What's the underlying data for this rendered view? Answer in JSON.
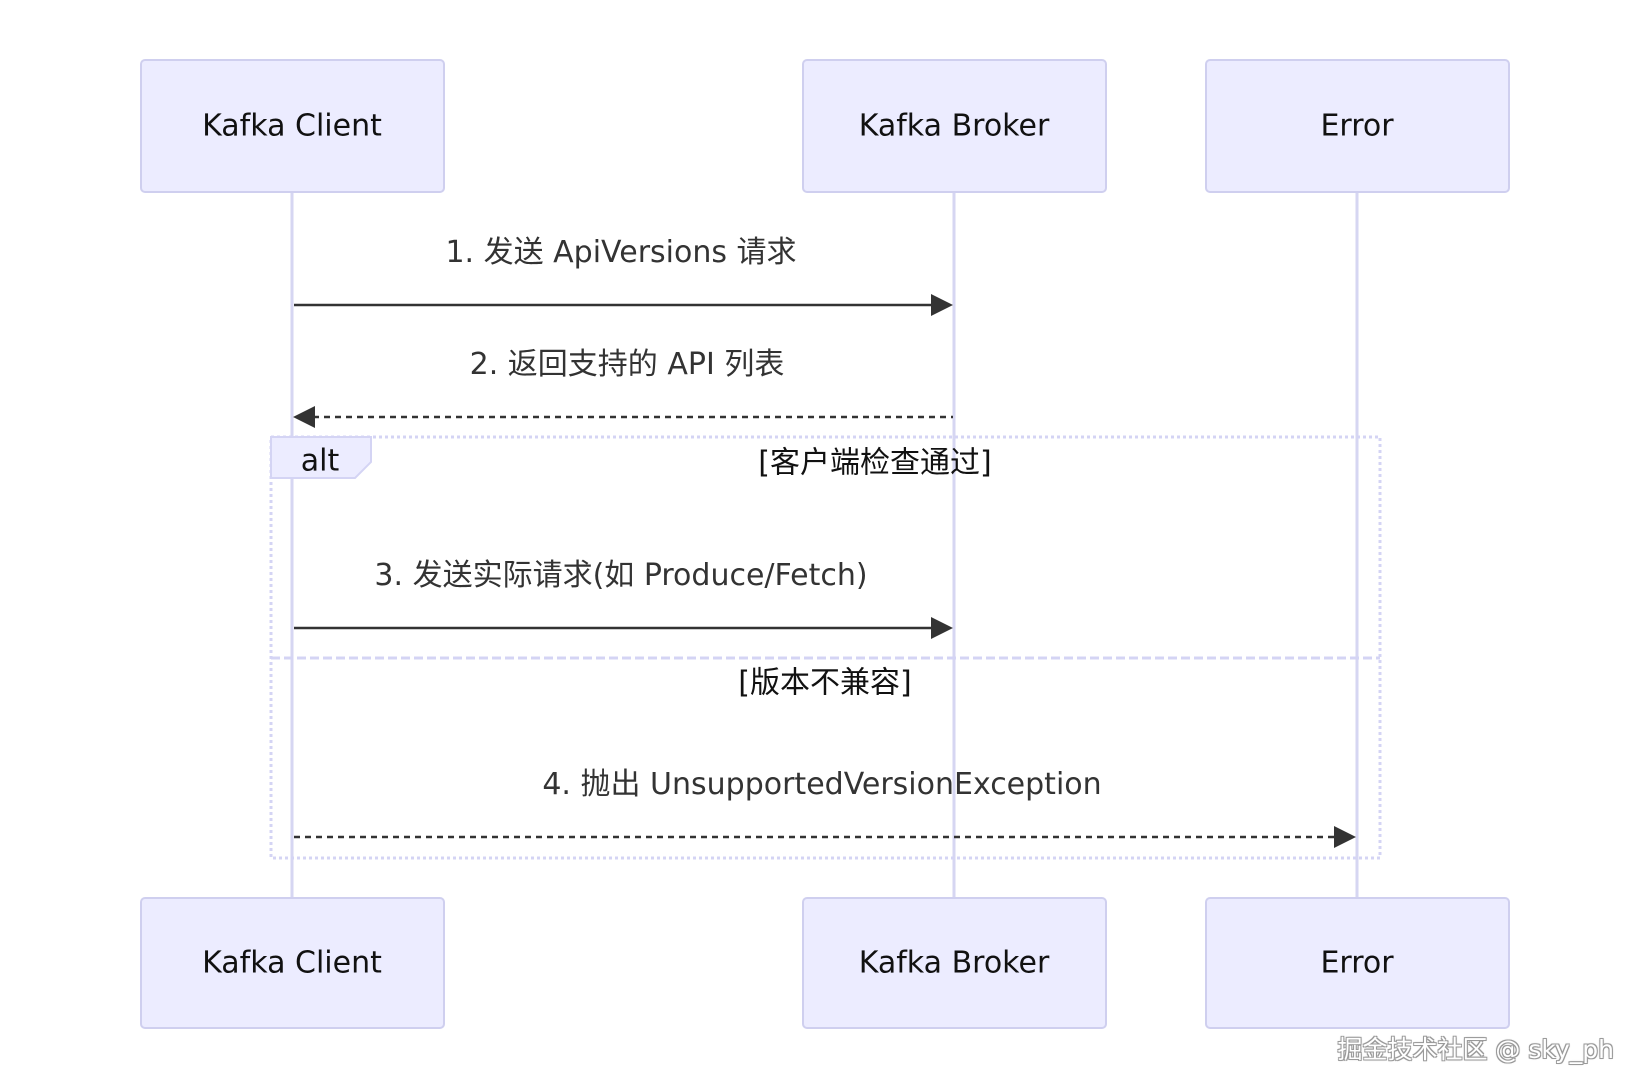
{
  "actors": [
    {
      "id": "client",
      "label": "Kafka Client"
    },
    {
      "id": "broker",
      "label": "Kafka Broker"
    },
    {
      "id": "error",
      "label": "Error"
    }
  ],
  "messages": [
    {
      "text": "1. 发送 ApiVersions 请求",
      "from": "client",
      "to": "broker",
      "style": "solid"
    },
    {
      "text": "2. 返回支持的 API 列表",
      "from": "broker",
      "to": "client",
      "style": "dashed"
    },
    {
      "text": "3. 发送实际请求(如 Produce/Fetch)",
      "from": "client",
      "to": "broker",
      "style": "solid"
    },
    {
      "text": "4. 抛出 UnsupportedVersionException",
      "from": "client",
      "to": "error",
      "style": "dashed"
    }
  ],
  "alt_frame": {
    "label": "alt",
    "conditions": [
      "[客户端检查通过]",
      "[版本不兼容]"
    ]
  },
  "watermark": "掘金技术社区 @ sky_ph",
  "colors": {
    "actor_fill": "#ececff",
    "actor_border": "#cfcfef",
    "lifeline": "#d6d6f2",
    "message": "#333333",
    "frame_border": "#d4d4f4"
  }
}
